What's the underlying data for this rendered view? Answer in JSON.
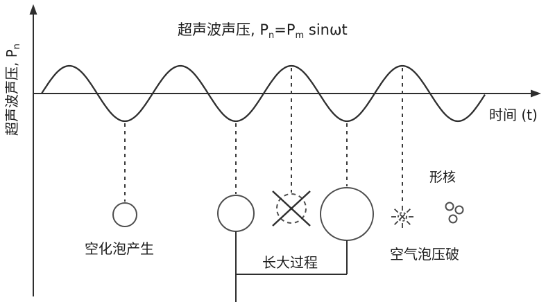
{
  "diagram": {
    "title": {
      "prefix": "超声波声压, P",
      "sub1": "n",
      "mid": "=P",
      "sub2": "m",
      "suffix": " sinωt"
    },
    "y_axis": {
      "prefix": "超声波声压, P",
      "sub": "n"
    },
    "x_axis_label": "时间 (t)",
    "labels": {
      "bubble_generation": "空化泡产生",
      "growth_process": "长大过程",
      "bubble_collapse": "空气泡压破",
      "nucleation": "形核"
    },
    "colors": {
      "stroke": "#2e2e2e",
      "bubble_stroke": "#4d4d4d",
      "text": "#1c1c1c",
      "background": "#ffffff"
    }
  }
}
